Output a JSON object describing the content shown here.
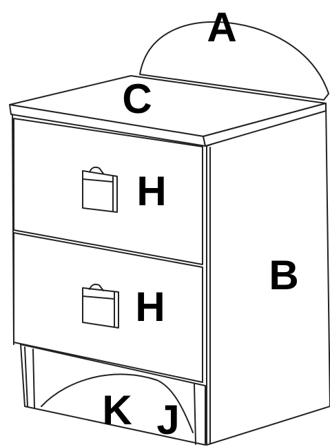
{
  "labels": {
    "a": "A",
    "b": "B",
    "c": "C",
    "h_top": "H",
    "h_bottom": "H",
    "k": "K",
    "j": "J"
  },
  "colors": {
    "line": "#222222",
    "label": "#000000",
    "background": "#ffffff"
  }
}
